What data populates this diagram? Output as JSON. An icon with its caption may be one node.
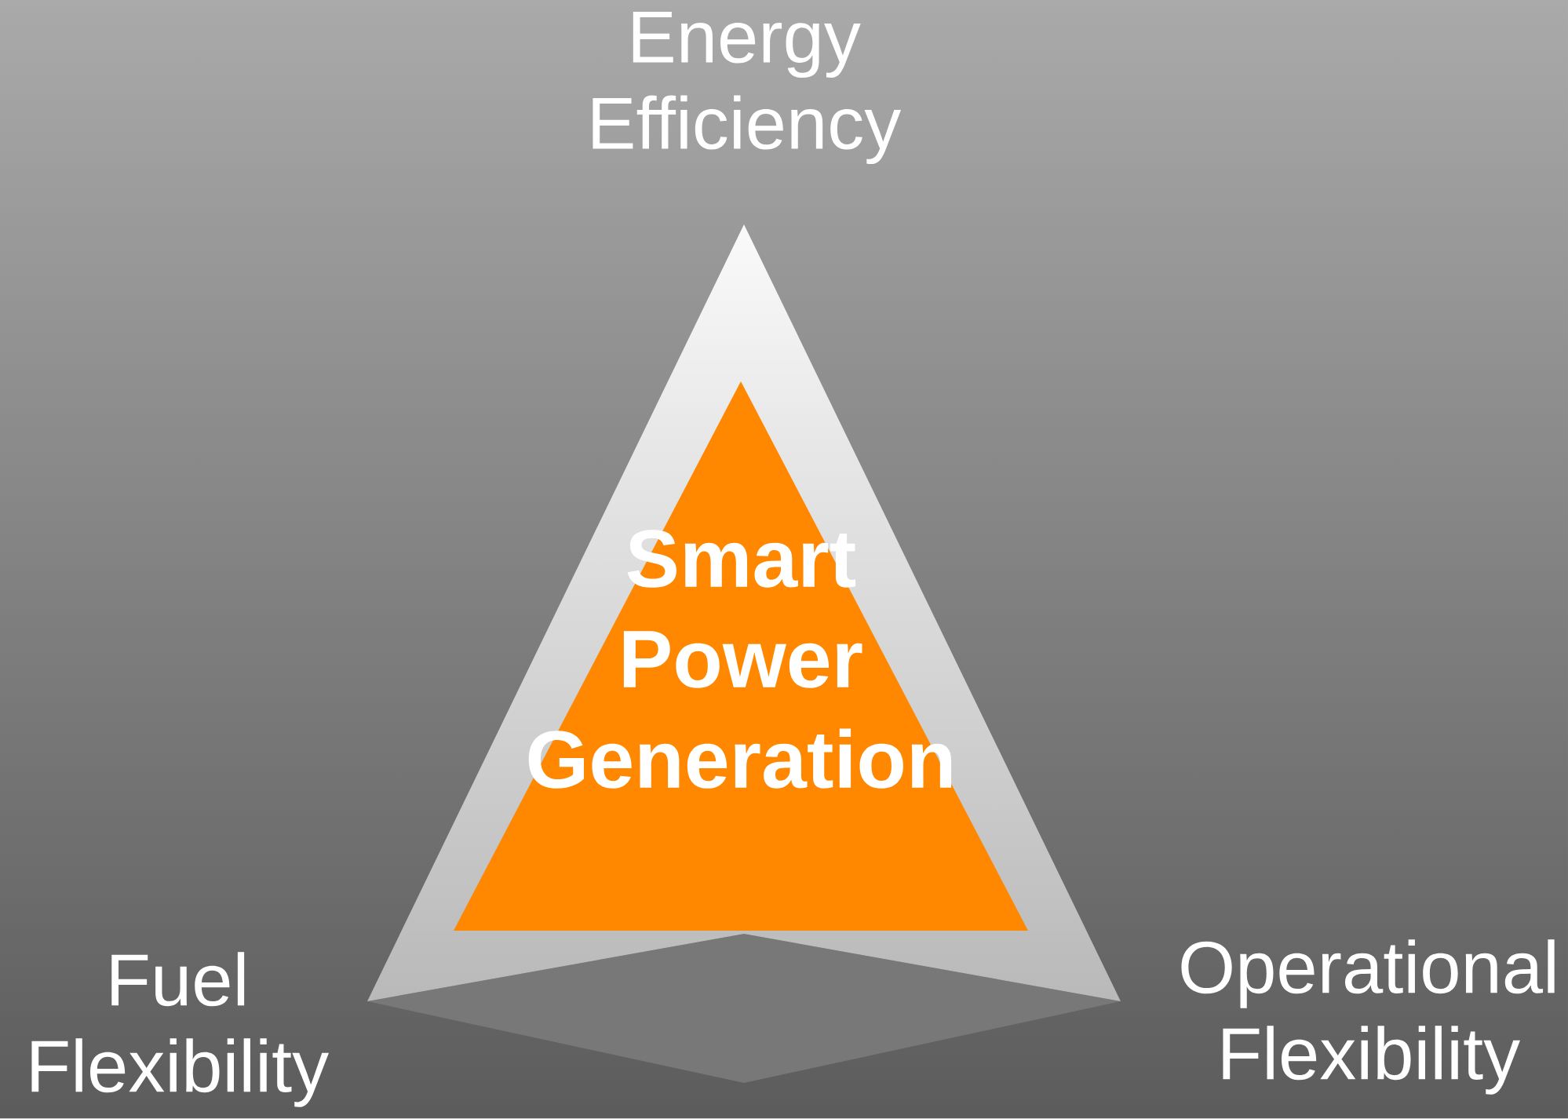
{
  "diagram": {
    "nodes": [
      {
        "text": [
          "Smart Power Generation"
        ]
      }
    ],
    "labels": [
      "Energy Efficiency",
      "Fuel Flexibility",
      "Operational Flexibility"
    ]
  }
}
